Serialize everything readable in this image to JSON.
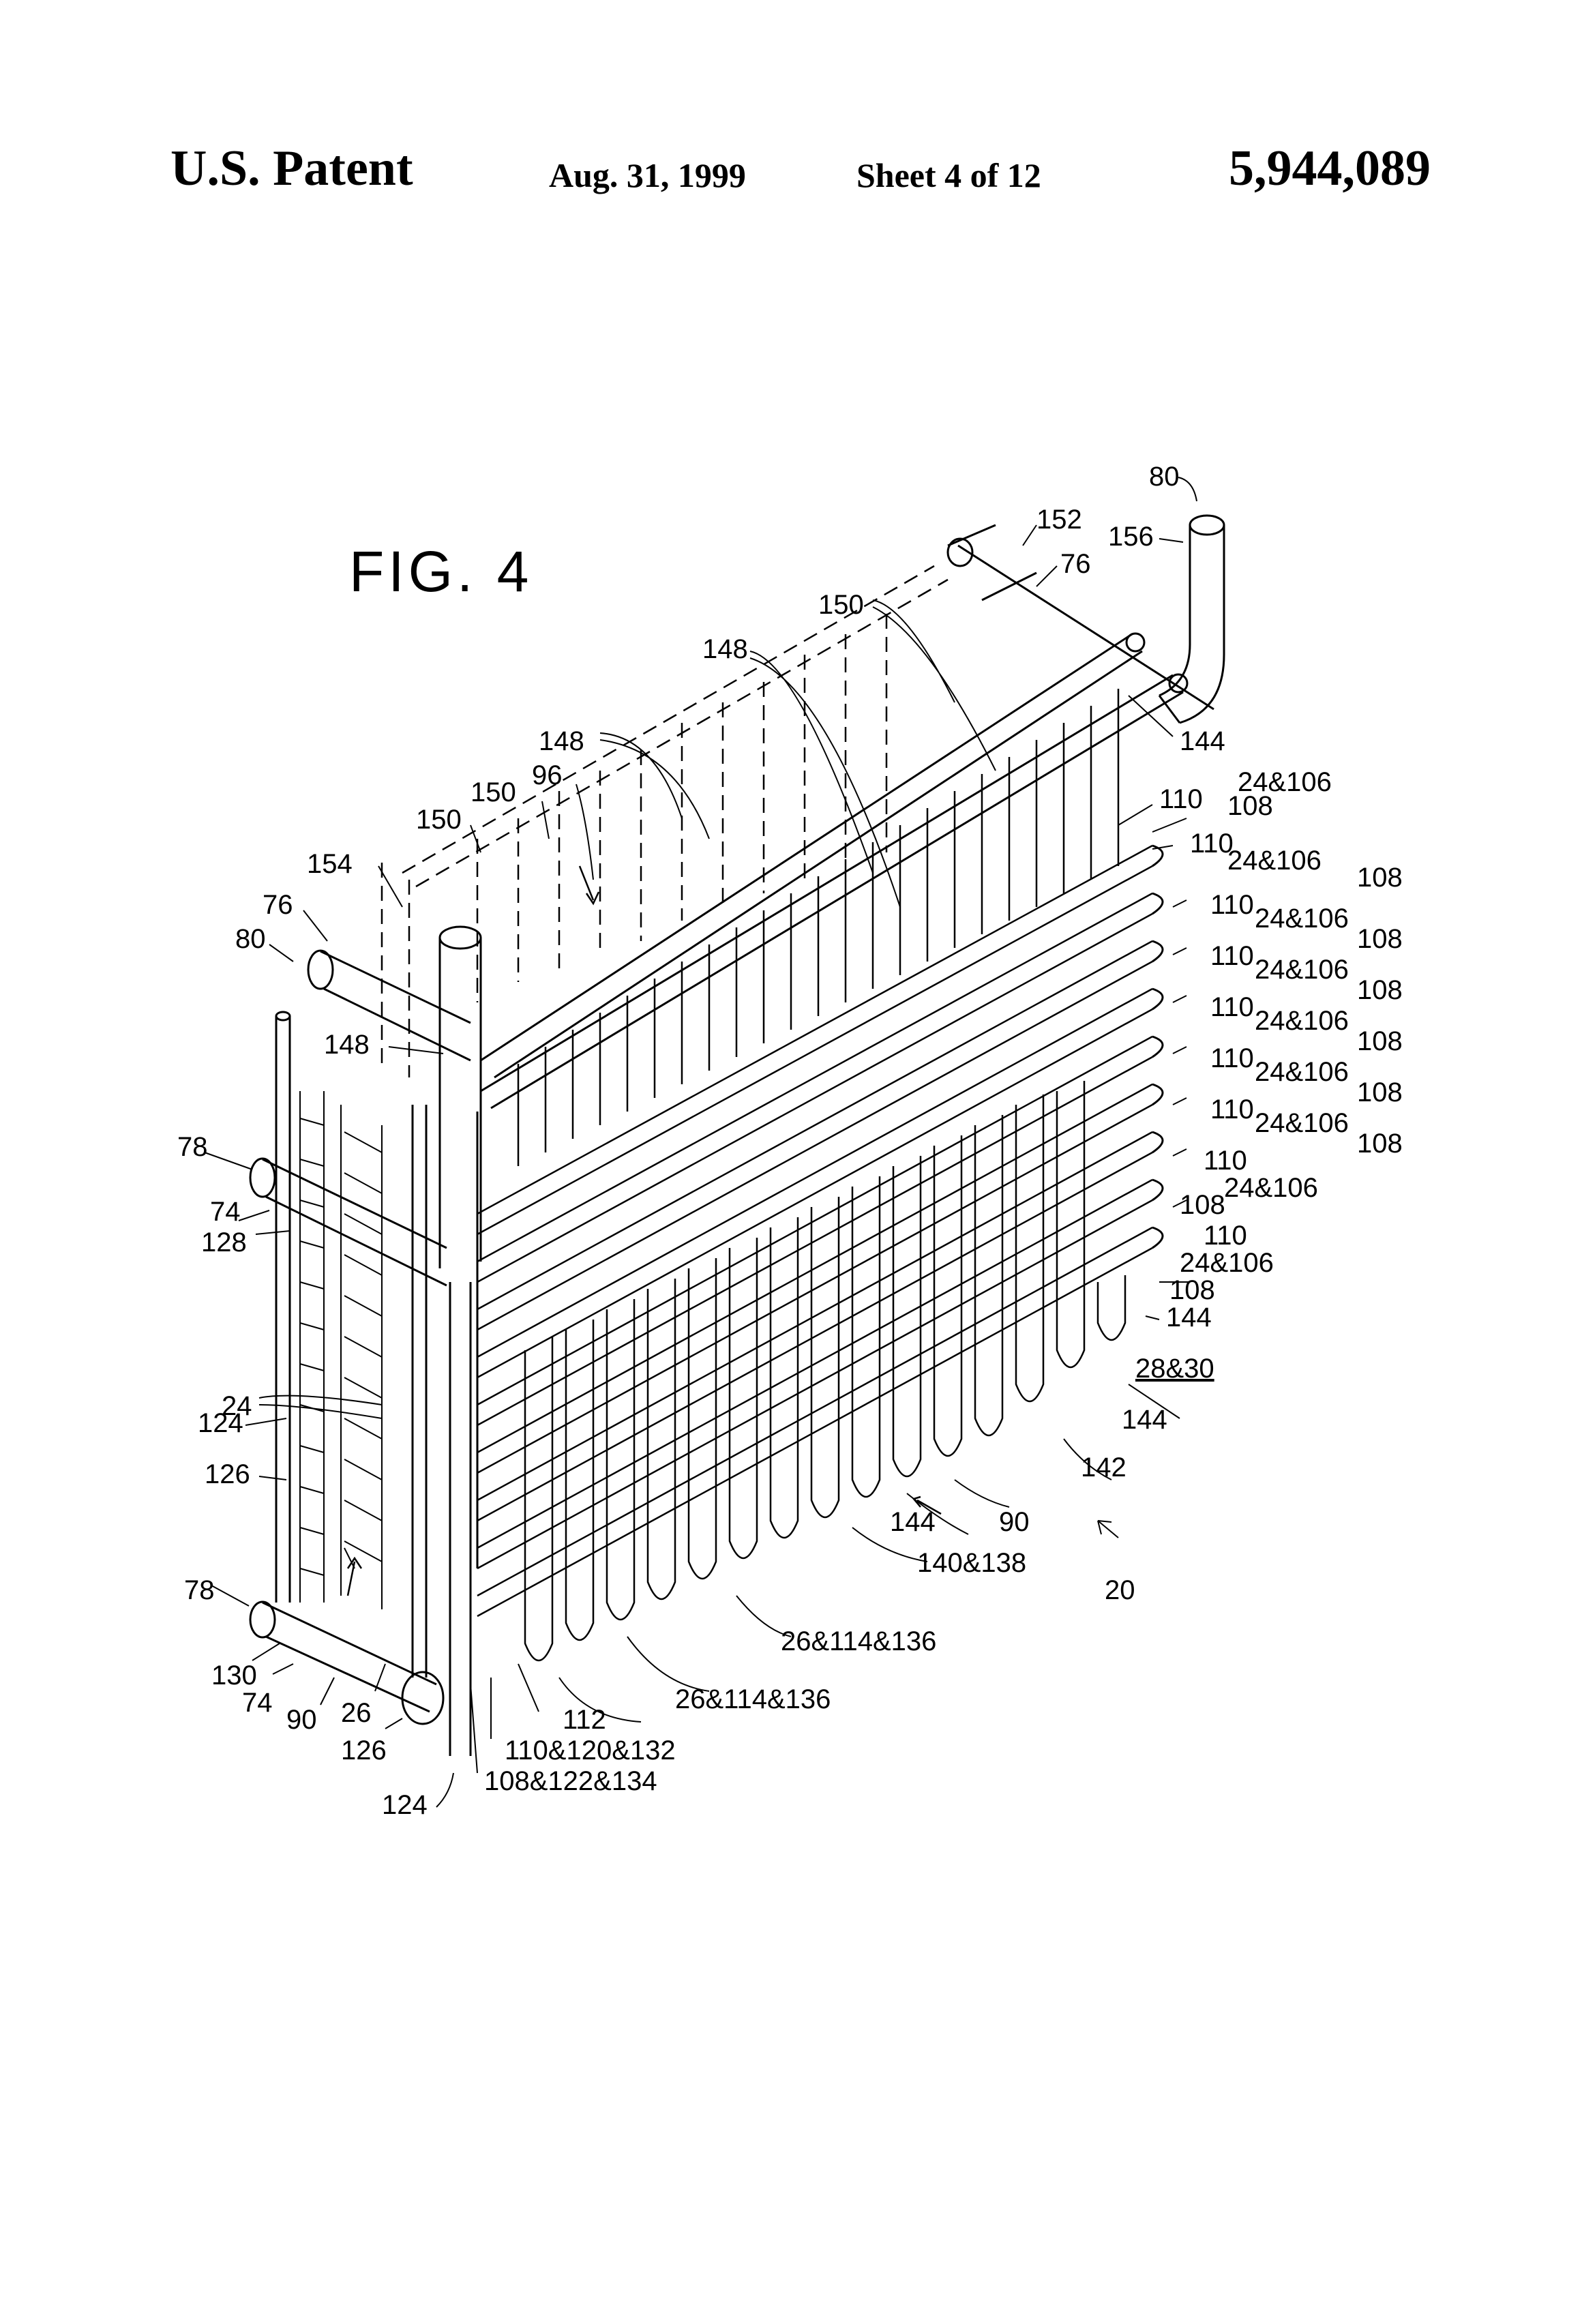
{
  "header": {
    "title": "U.S. Patent",
    "date": "Aug. 31, 1999",
    "sheet": "Sheet 4 of 12",
    "patent_number": "5,944,089"
  },
  "figure": {
    "title": "FIG. 4",
    "labels": {
      "l80a": "80",
      "l156": "156",
      "l152": "152",
      "l76a": "76",
      "l150a": "150",
      "l148a": "148",
      "l144a": "144",
      "l148b": "148",
      "l96": "96",
      "l150b": "150",
      "l150c": "150",
      "l154": "154",
      "l76b": "76",
      "l80b": "80",
      "l78a": "78",
      "l148c": "148",
      "l74a": "74",
      "l128": "128",
      "l124a": "124",
      "l24": "24",
      "l126a": "126",
      "l78b": "78",
      "l130": "130",
      "l74b": "74",
      "l90a": "90",
      "l26": "26",
      "l126b": "126",
      "l124b": "124",
      "r110_1": "110",
      "r24106_1": "24&106",
      "r108_1": "108",
      "r110_2": "110",
      "r24106_2": "24&106",
      "r108_2": "108",
      "r110_3": "110",
      "r24106_3": "24&106",
      "r108_3": "108",
      "r110_4": "110",
      "r24106_4": "24&106",
      "r108_4": "108",
      "r110_5": "110",
      "r24106_5": "24&106",
      "r108_5": "108",
      "r110_6": "110",
      "r24106_6": "24&106",
      "r108_6": "108",
      "r110_7": "110",
      "r24106_7": "24&106",
      "r108_7": "108",
      "r110_8": "110",
      "r108_8": "108",
      "r24106_8": "24&106",
      "r110_9": "110",
      "r24106_9": "24&106",
      "r108_9": "108",
      "l144b": "144",
      "l2830": "28&30",
      "l144c": "144",
      "l142": "142",
      "l144d": "144",
      "l90b": "90",
      "l140138": "140&138",
      "l20": "20",
      "l26114136a": "26&114&136",
      "l26114136b": "26&114&136",
      "l112": "112",
      "l110120132": "110&120&132",
      "l108122134": "108&122&134"
    }
  }
}
